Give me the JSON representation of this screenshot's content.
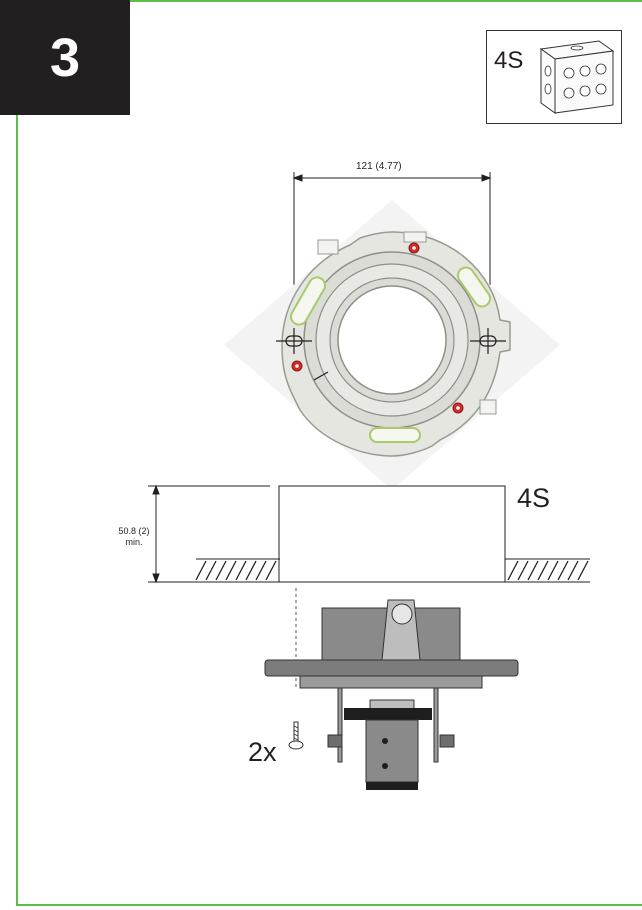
{
  "step": {
    "number": "3"
  },
  "inset": {
    "label": "4S"
  },
  "dimensions": {
    "hole_spacing": "121 (4.77)",
    "depth_value": "50.8 (2)",
    "depth_note": "min."
  },
  "box_label": "4S",
  "screw_quantity": "2x",
  "colors": {
    "frame_accent": "#5cbf4a",
    "badge_bg": "#231f20",
    "marker_red": "#d42a2a"
  }
}
